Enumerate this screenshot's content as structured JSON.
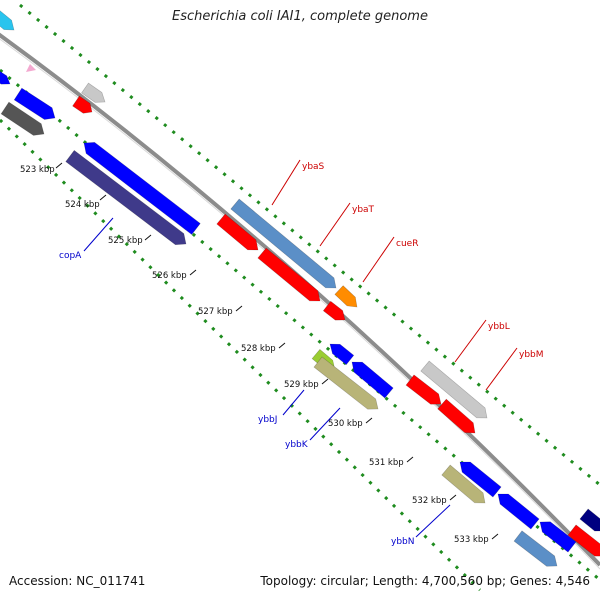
{
  "title": "Escherichia coli IAI1, complete genome",
  "footer": {
    "accession": "Accession: NC_011741",
    "summary": "Topology: circular; Length: 4,700,560 bp; Genes: 4,546"
  },
  "ticks": [
    "523 kbp",
    "524 kbp",
    "525 kbp",
    "526 kbp",
    "527 kbp",
    "528 kbp",
    "529 kbp",
    "530 kbp",
    "531 kbp",
    "532 kbp",
    "533 kbp"
  ],
  "gene_labels": [
    {
      "name": "ybaS",
      "color": "#cc0000"
    },
    {
      "name": "ybaT",
      "color": "#cc0000"
    },
    {
      "name": "cueR",
      "color": "#cc0000"
    },
    {
      "name": "ybbL",
      "color": "#cc0000"
    },
    {
      "name": "ybbM",
      "color": "#cc0000"
    },
    {
      "name": "copA",
      "color": "#0000cc"
    },
    {
      "name": "ybbJ",
      "color": "#0000cc"
    },
    {
      "name": "ybbK",
      "color": "#0000cc"
    },
    {
      "name": "ybbN",
      "color": "#0000cc"
    }
  ],
  "colors": {
    "backbone": "#8c8c8c",
    "gc_dots": "#1f8c1f",
    "forward_red": "#ff0000",
    "reverse_blue": "#0000ff",
    "steel_blue": "#5b8fc7",
    "light_gray": "#c8c8c8",
    "dark_gray": "#555555",
    "dark_slate": "#3f3a8a",
    "olive": "#b8b478",
    "orange": "#ff8c00",
    "cyan": "#29c4ee",
    "navy": "#000080",
    "lime": "#9acd32"
  }
}
